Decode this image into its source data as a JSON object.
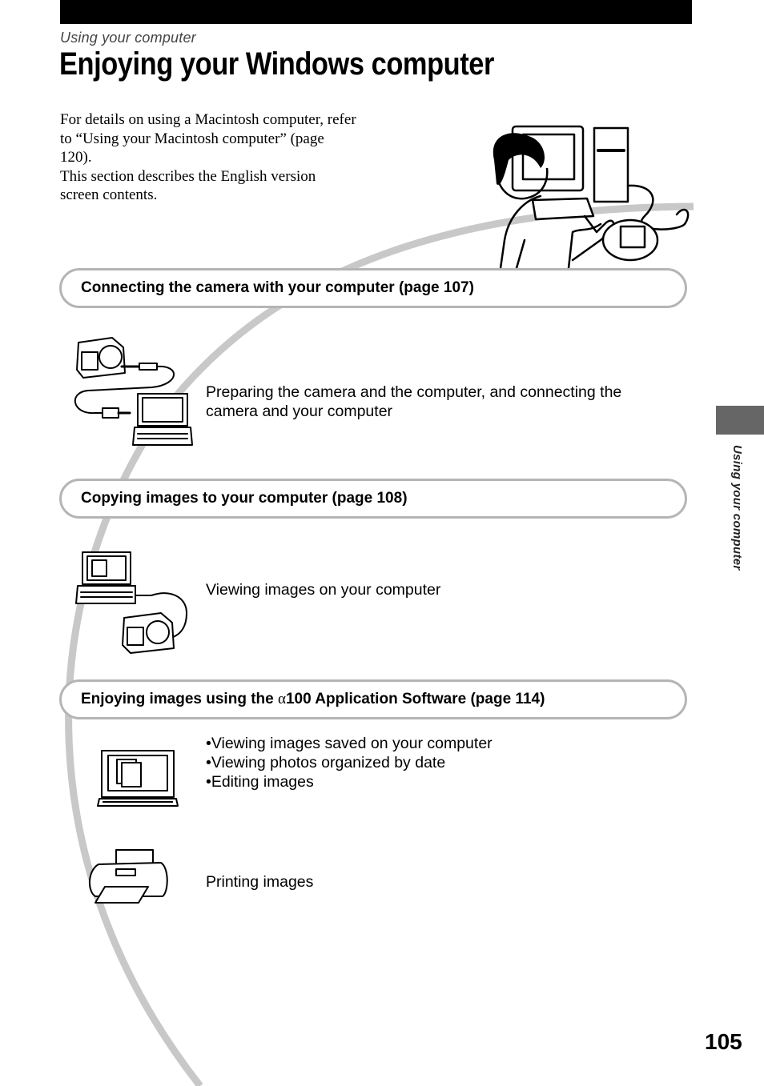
{
  "header": {
    "section": "Using your computer",
    "title": "Enjoying your Windows computer"
  },
  "intro": {
    "lines": [
      "For details on using a Macintosh computer, refer to “Using your Macintosh computer” (page 120).",
      "This section describes the English version screen contents."
    ]
  },
  "sections": [
    {
      "heading": "Connecting the camera with your computer (page 107)",
      "description": "Preparing the camera and the computer, and connecting the camera and your computer"
    },
    {
      "heading": "Copying images to your computer (page 108)",
      "description": "Viewing images on your computer"
    },
    {
      "heading_before": "Enjoying images using the ",
      "heading_symbol": "α",
      "heading_after": "100 Application Software (page 114)",
      "bullets": [
        "•Viewing images saved on your computer",
        "•Viewing photos organized by date",
        "•Editing images"
      ],
      "printing": "Printing images"
    }
  ],
  "side_tab": {
    "label": "Using your computer"
  },
  "page_number": "105",
  "colors": {
    "pill_border": "#b5b5b5",
    "arc": "#c8c8c8",
    "tab": "#666666"
  },
  "icons": [
    "person-at-computer-icon",
    "camera-icon",
    "laptop-icon",
    "usb-cable-icon",
    "monitor-icon",
    "printer-icon"
  ]
}
